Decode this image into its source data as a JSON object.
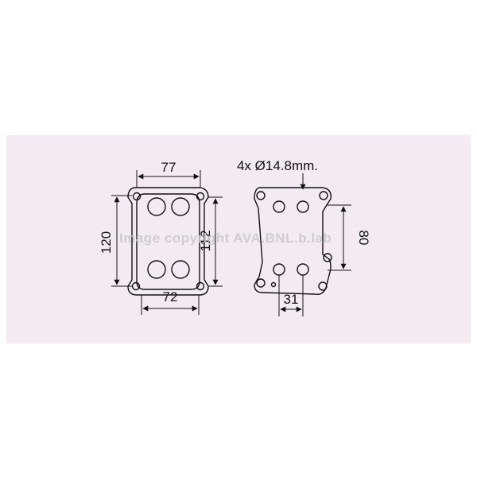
{
  "front_view": {
    "width_top": "77",
    "width_bottom": "72",
    "height_outer": "120",
    "height_inner": "112"
  },
  "side_view": {
    "port_callout": "4x Ø14.8mm.",
    "port_spacing_vertical": "80",
    "port_spacing_horizontal": "31"
  },
  "watermark": "Image copyright AVA.BNL.b.lab"
}
